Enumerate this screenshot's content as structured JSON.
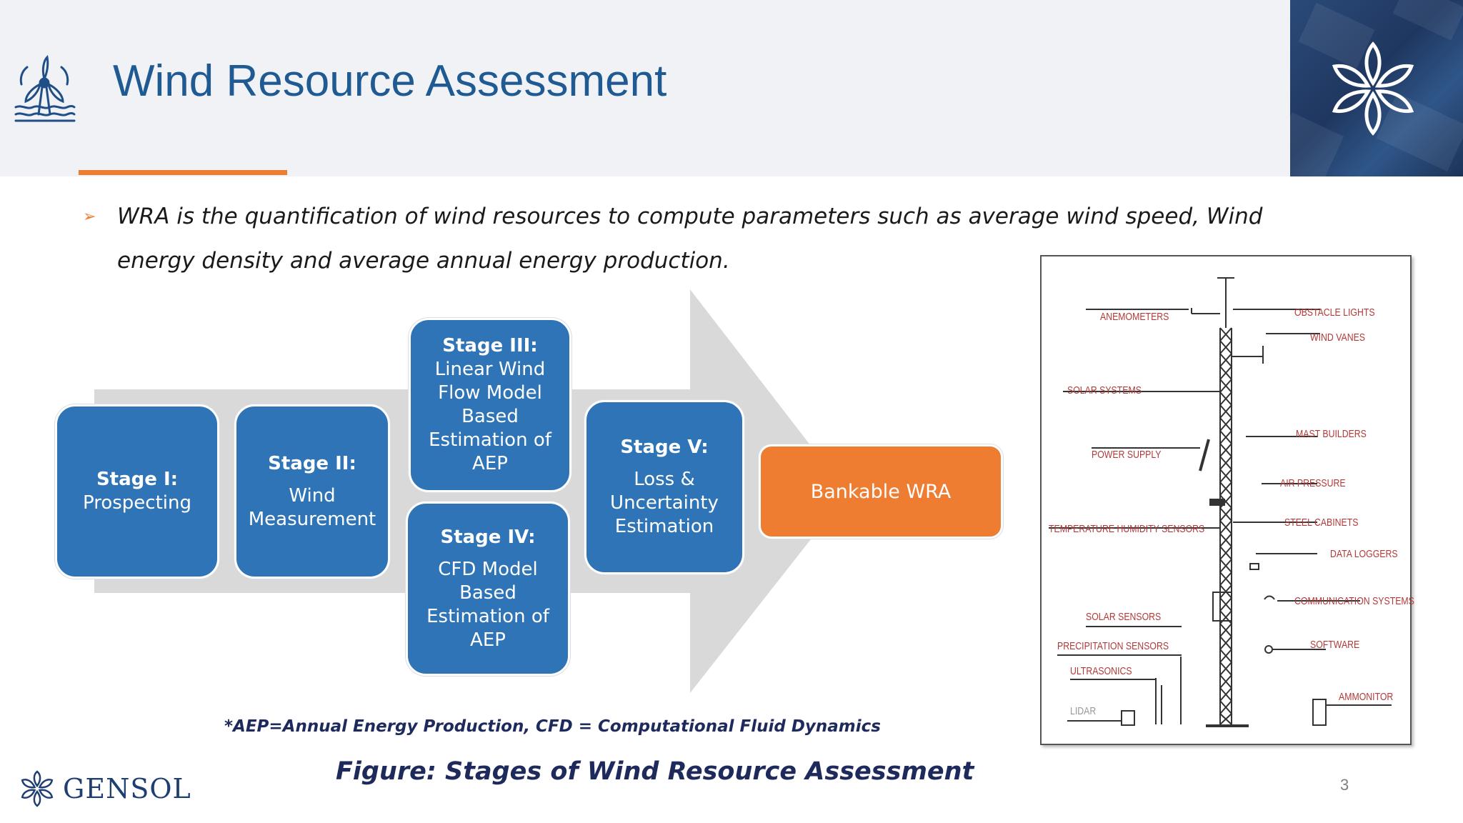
{
  "header": {
    "title": "Wind Resource Assessment",
    "icons": {
      "left": "wind-turbine-icon",
      "right": "flower-logo-icon"
    },
    "colors": {
      "title": "#1f5a93",
      "accent": "#ee7d31",
      "background": "#f1f2f6"
    }
  },
  "bullet": {
    "text": "WRA is the quantification of wind resources to compute parameters such as average wind speed, Wind energy density and average annual energy production."
  },
  "diagram": {
    "stages": [
      {
        "title": "Stage I:",
        "body": "Prospecting"
      },
      {
        "title": "Stage II:",
        "body": "Wind Measurement"
      },
      {
        "title": "Stage III:",
        "body": "Linear Wind Flow Model Based Estimation of AEP"
      },
      {
        "title": "Stage IV:",
        "body": "CFD Model Based Estimation of AEP"
      },
      {
        "title": "Stage V:",
        "body": "Loss & Uncertainty Estimation"
      }
    ],
    "result": "Bankable WRA",
    "colors": {
      "stage": "#2e74b6",
      "result": "#ee7d31",
      "arrow": "#d9d9d9"
    }
  },
  "footnote": "*AEP=Annual Energy Production, CFD = Computational Fluid Dynamics",
  "caption": "Figure: Stages of Wind Resource Assessment",
  "mast": {
    "labels": [
      "ANEMOMETERS",
      "OBSTACLE LIGHTS",
      "WIND VANES",
      "SOLAR SYSTEMS",
      "MAST BUILDERS",
      "POWER SUPPLY",
      "AIR PRESSURE",
      "STEEL CABINETS",
      "TEMPERATURE HUMIDITY SENSORS",
      "DATA LOGGERS",
      "COMMUNICATION SYSTEMS",
      "SOLAR SENSORS",
      "PRECIPITATION SENSORS",
      "SOFTWARE",
      "ULTRASONICS",
      "LIDAR",
      "AMMONITOR"
    ]
  },
  "footer": {
    "logo_text": "GENSOL",
    "page_number": "3"
  }
}
